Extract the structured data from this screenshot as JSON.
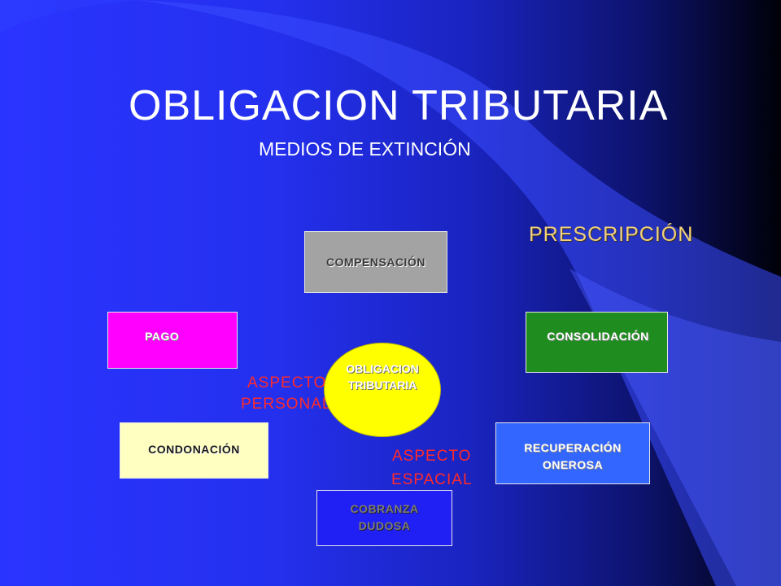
{
  "title": "OBLIGACION TRIBUTARIA",
  "subtitle": "MEDIOS DE EXTINCIÓN",
  "prescripcion": "PRESCRIPCIÓN",
  "center": {
    "line1": "OBLIGACION",
    "line2": "TRIBUTARIA",
    "color": "#ffff00"
  },
  "boxes": {
    "compensacion": {
      "label": "COMPENSACIÓN",
      "color": "#a3a3a3"
    },
    "pago": {
      "label": "PAGO",
      "color": "#ff00ff"
    },
    "consolidacion": {
      "label": "CONSOLIDACIÓN",
      "color": "#1f8c1f"
    },
    "condonacion": {
      "label": "CONDONACIÓN",
      "color": "#ffffc2"
    },
    "recuperacion": {
      "line1": "RECUPERACIÓN",
      "line2": "ONEROSA",
      "color": "#3366ff"
    },
    "cobranza": {
      "line1": "COBRANZA",
      "line2": "DUDOSA",
      "color": "#2020f5"
    }
  },
  "aspecto_personal": {
    "line1": "ASPECTO",
    "line2": "PERSONAL"
  },
  "aspecto_espacial": {
    "line1": "ASPECTO",
    "line2": "ESPACIAL"
  },
  "colors": {
    "background": "#2a34ff",
    "wave": "#3d4dff",
    "accent_text": "#ff2a2a",
    "prescripcion_text": "#f2d27a"
  }
}
